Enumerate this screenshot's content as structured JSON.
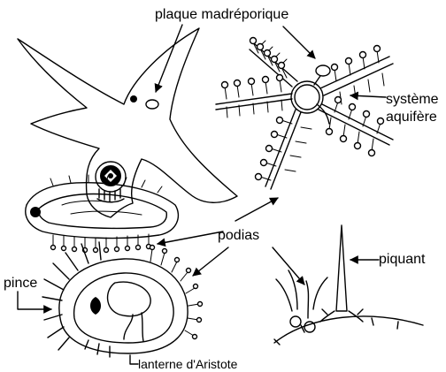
{
  "labels": {
    "madreporite": "plaque madréporique",
    "water_system_line1": "système",
    "water_system_line2": "aquifère",
    "tube_feet": "podias",
    "spine": "piquant",
    "pincer": "pince",
    "lantern": "lanterne d'Aristote"
  }
}
